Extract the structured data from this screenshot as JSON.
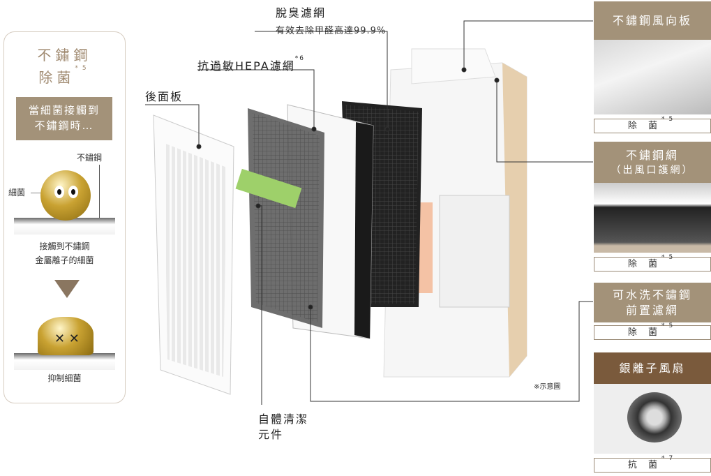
{
  "left_card": {
    "title_line1": "不鏽鋼",
    "title_line2": "除菌",
    "title_note": "*5",
    "box_line1": "當細菌接觸到",
    "box_line2": "不鏽鋼時…",
    "label_steel": "不鏽鋼",
    "label_bacteria": "細菌",
    "caption1_line1": "接觸到不鏽鋼",
    "caption1_line2": "金屬離子的細菌",
    "caption2": "抑制細菌"
  },
  "callouts": {
    "deodorizing_title": "脫臭濾網",
    "deodorizing_desc": "有效去除甲醛高達99.9%",
    "hepa": "抗過敏HEPA濾網",
    "hepa_note": "*6",
    "back_panel": "後面板",
    "self_clean_line1": "自體清潔",
    "self_clean_line2": "元件",
    "illustration_note": "※示意圖"
  },
  "panels": [
    {
      "title": "不鏽鋼風向板",
      "badge": "除 菌",
      "note": "*5"
    },
    {
      "title": "不鏽鋼網",
      "subtitle": "（出風口護網）",
      "badge": "除 菌",
      "note": "*5"
    },
    {
      "title": "可水洗不鏽鋼",
      "subtitle": "前置濾網",
      "badge": "除 菌",
      "note": "*5"
    },
    {
      "title": "銀離子風扇",
      "badge": "抗 菌",
      "note": "*7"
    }
  ],
  "colors": {
    "accent": "#a39279",
    "dark_accent": "#7a5a3c",
    "gold": "#c9a232"
  }
}
